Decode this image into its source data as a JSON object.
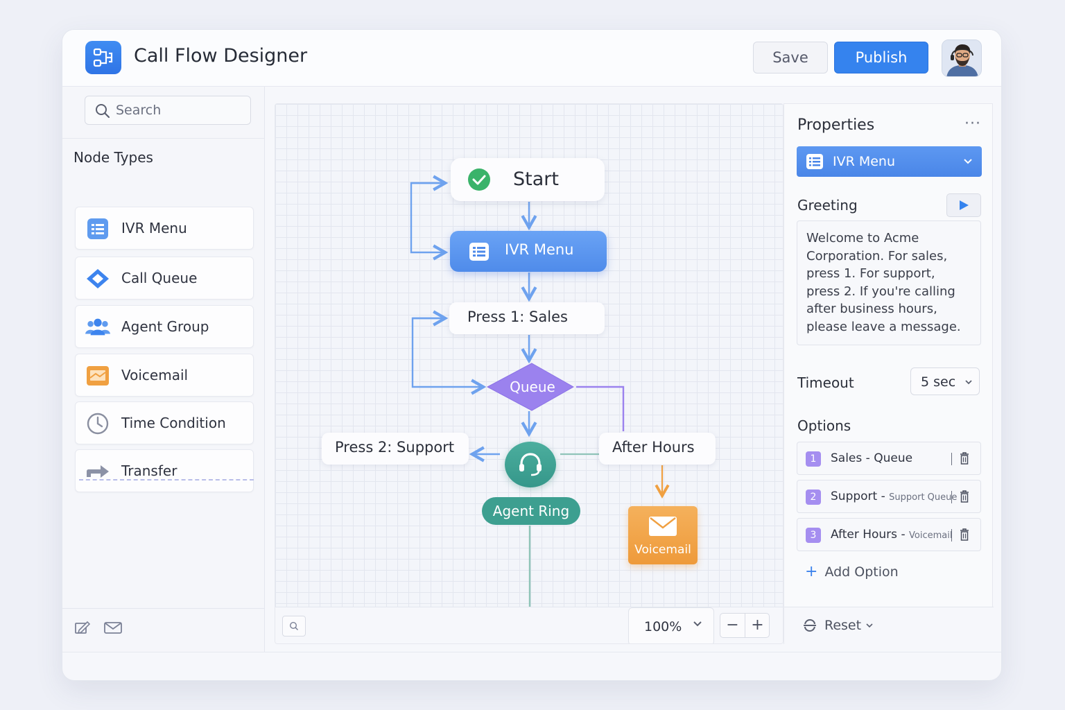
{
  "header": {
    "title": "Call Flow Designer",
    "save_label": "Save",
    "publish_label": "Publish"
  },
  "sidebar": {
    "search_placeholder": "Search",
    "section_title": "Node Types",
    "items": [
      {
        "label": "IVR Menu",
        "icon": "list-icon"
      },
      {
        "label": "Call Queue",
        "icon": "diamond-icon"
      },
      {
        "label": "Agent Group",
        "icon": "users-icon"
      },
      {
        "label": "Voicemail",
        "icon": "voicemail-icon"
      },
      {
        "label": "Time Condition",
        "icon": "clock-icon"
      },
      {
        "label": "Transfer",
        "icon": "arrow-right-icon"
      }
    ]
  },
  "canvas": {
    "nodes": {
      "start": "Start",
      "ivr_menu": "IVR Menu",
      "press1": "Press 1: Sales",
      "queue": "Queue",
      "press2": "Press 2: Support",
      "after_hours": "After Hours",
      "agent_ring": "Agent Ring",
      "voicemail": "Voicemail"
    },
    "zoom": "100%",
    "zoom_out_label": "−",
    "zoom_in_label": "+"
  },
  "properties": {
    "title": "Properties",
    "more_label": "···",
    "node_type": "IVR Menu",
    "greeting_label": "Greeting",
    "greeting_text": "Welcome to Acme Corporation. For sales, press 1. For support, press 2. If you're calling after business hours, please leave a message.",
    "timeout_label": "Timeout",
    "timeout_value": "5 sec",
    "options_label": "Options",
    "options": [
      {
        "num": "1",
        "name": "Sales",
        "sep": " - ",
        "target": "Queue"
      },
      {
        "num": "2",
        "name": "Support",
        "sep": " - ",
        "target": "Support Queue"
      },
      {
        "num": "3",
        "name": "After Hours",
        "sep": " - ",
        "target": "Voicemail"
      }
    ],
    "add_option_label": "Add Option",
    "reset_label": "Reset"
  },
  "colors": {
    "accent": "#3583ee",
    "start_check": "#3ab36a",
    "queue": "#9b82ee",
    "agent": "#3d9f90",
    "voicemail": "#f0a041",
    "flow_line": "#6ea2ee"
  }
}
